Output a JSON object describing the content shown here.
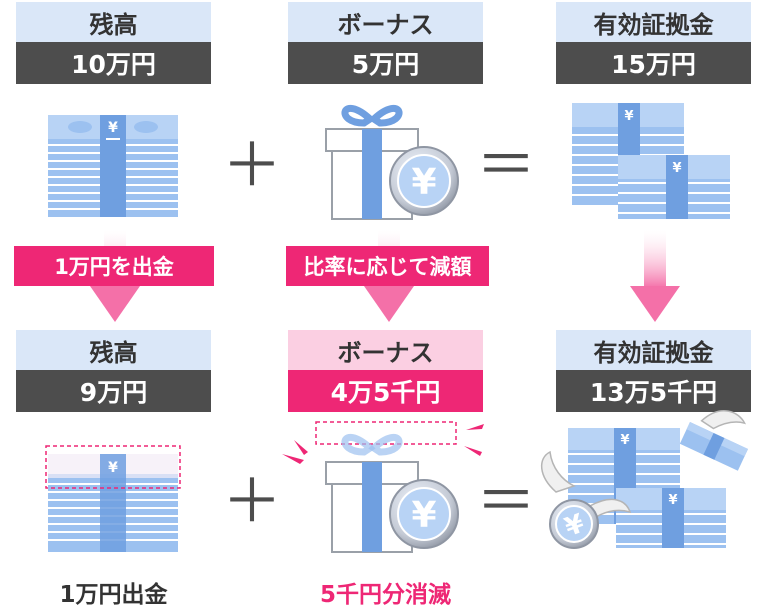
{
  "top": {
    "balance": {
      "label": "残高",
      "value": "10万円"
    },
    "bonus": {
      "label": "ボーナス",
      "value": "5万円"
    },
    "margin": {
      "label": "有効証拠金",
      "value": "15万円"
    }
  },
  "bottom": {
    "balance": {
      "label": "残高",
      "value": "9万円"
    },
    "bonus": {
      "label": "ボーナス",
      "value": "4万5千円"
    },
    "margin": {
      "label": "有効証拠金",
      "value": "13万5千円"
    }
  },
  "operators": {
    "plus": "＋",
    "equals": "＝"
  },
  "arrows": {
    "withdraw": "1万円を出金",
    "reduce": "比率に応じて減額"
  },
  "captions": {
    "withdrawn": "1万円出金",
    "lost": "5千円分消滅"
  },
  "symbols": {
    "yen": "¥"
  },
  "colors": {
    "accent": "#ee2775",
    "header_light": "#dae7f8",
    "header_dark": "#4d4d4d",
    "cash_blue": "#9cc1f0"
  }
}
